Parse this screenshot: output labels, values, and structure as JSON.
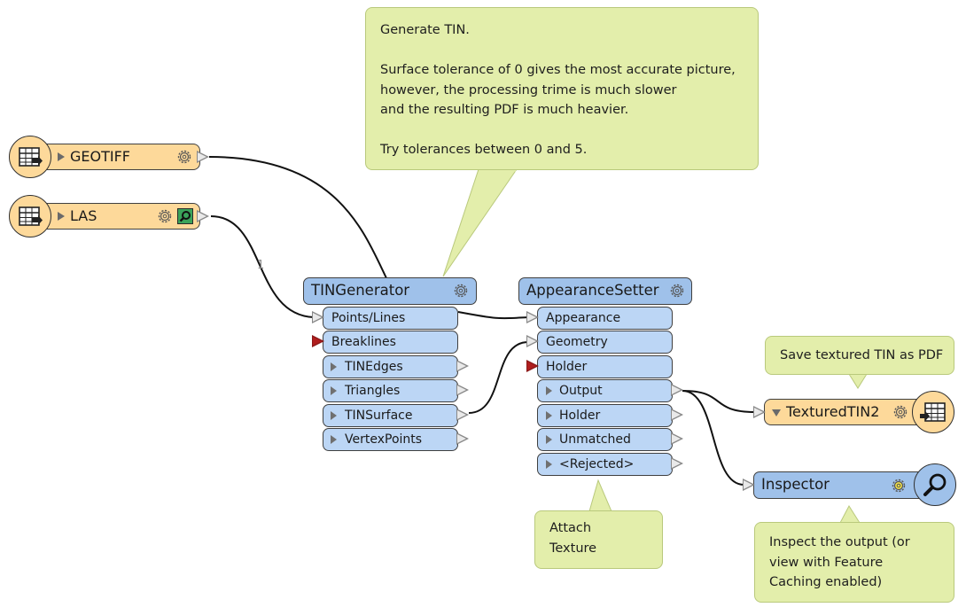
{
  "notes": {
    "generate_tin": [
      "Generate TIN.",
      "",
      "Surface tolerance of 0 gives the most accurate picture,",
      "however, the processing trime is much slower",
      "and the resulting PDF is much heavier.",
      "",
      "Try tolerances between 0 and 5."
    ],
    "save_pdf": [
      "Save textured TIN as PDF"
    ],
    "attach_texture": [
      "Attach",
      "Texture"
    ],
    "inspect_output": [
      "Inspect the output (or",
      "view with Feature",
      "Caching enabled)"
    ]
  },
  "readers": {
    "geotiff": {
      "name": "GEOTIFF",
      "icon": "table-reader-icon"
    },
    "las": {
      "name": "LAS",
      "icon": "table-reader-icon"
    }
  },
  "tin_generator": {
    "title": "TINGenerator",
    "inputs": [
      "Points/Lines",
      "Breaklines"
    ],
    "outputs": [
      "TINEdges",
      "Triangles",
      "TINSurface",
      "VertexPoints"
    ]
  },
  "appearance_setter": {
    "title": "AppearanceSetter",
    "inputs": [
      "Appearance",
      "Geometry",
      "Holder"
    ],
    "outputs": [
      "Output",
      "Holder",
      "Unmatched",
      "<Rejected>"
    ]
  },
  "writer": {
    "name": "TexturedTIN2",
    "icon": "table-writer-icon"
  },
  "inspector": {
    "name": "Inspector",
    "icon": "magnifier-icon"
  },
  "connection_count": "1",
  "colors": {
    "note_bg": "#e3eeab",
    "reader_bg": "#fdd99a",
    "transformer_header": "#9fc1ea",
    "transformer_port": "#bcd6f5",
    "breakline_port": "#b01e1e"
  }
}
